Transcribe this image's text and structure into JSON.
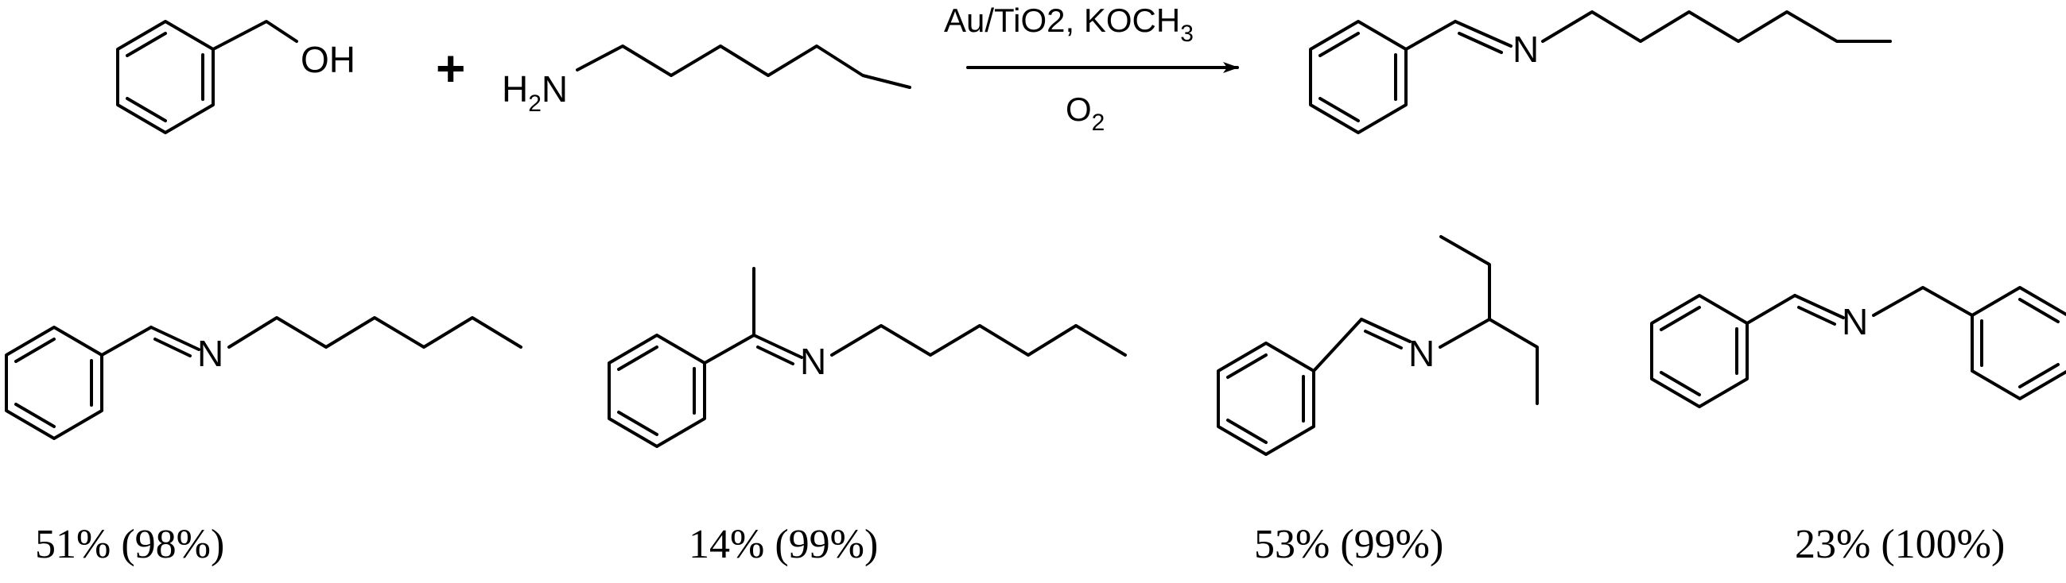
{
  "reaction": {
    "reactant_1": {
      "label": "OH"
    },
    "plus_sign": "+",
    "reactant_2": {
      "label_prefix": "H",
      "label_sub": "2",
      "label_suffix": "N"
    },
    "conditions_above": {
      "main": "Au/TiO2, KOCH",
      "sub": "3"
    },
    "conditions_below": {
      "main": "O",
      "sub": "2"
    },
    "product": {
      "label": "N"
    }
  },
  "products": [
    {
      "atom_label": "N",
      "yield": "51% (98%)"
    },
    {
      "atom_label": "N",
      "yield": "14% (99%)"
    },
    {
      "atom_label": "N",
      "yield": "53% (99%)"
    },
    {
      "atom_label": "N",
      "yield": "23% (100%)"
    }
  ]
}
